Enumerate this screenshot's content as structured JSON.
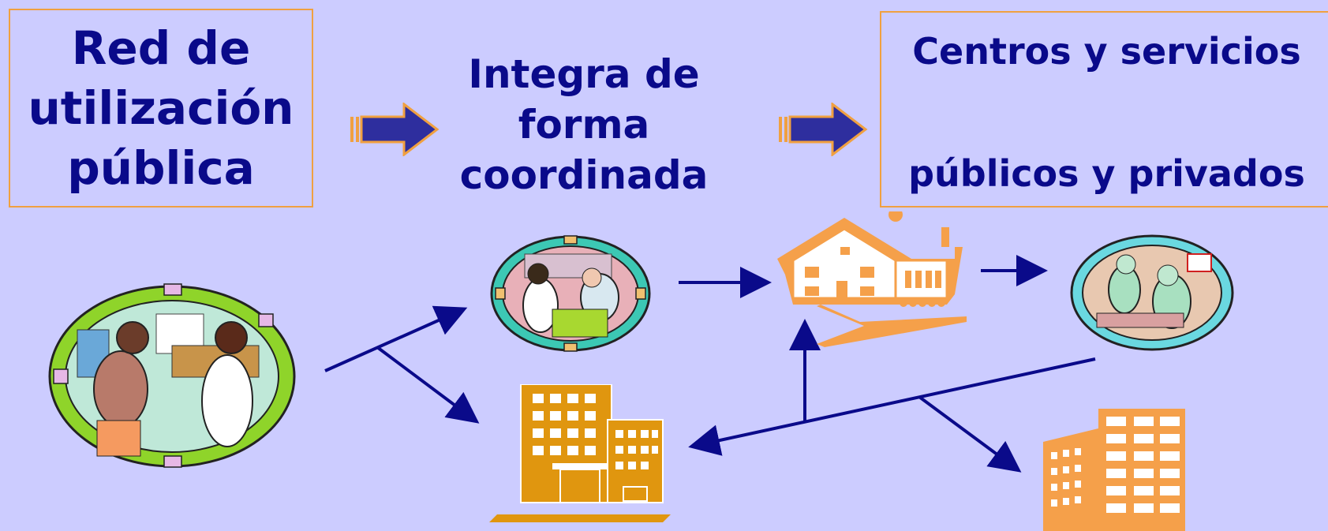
{
  "left_box": {
    "lines": [
      "Red de",
      "utilización",
      "pública"
    ]
  },
  "middle_text": {
    "lines": [
      "Integra de",
      "forma",
      "coordinada"
    ]
  },
  "right_box": {
    "line1": "Centros y servicios",
    "line2": "públicos y privados"
  },
  "colors": {
    "background": "#ccccff",
    "text": "#0a0a8a",
    "box_border": "#f0a040",
    "arrow": "#0a0a8a",
    "building_orange": "#f5a04a",
    "hospital_gold": "#e0960f"
  },
  "icons": [
    "block-arrow-icon",
    "patient-doctor-illustration",
    "clinic-exam-illustration",
    "hospital-icon",
    "house-icon",
    "surgery-illustration",
    "apartment-building-icon"
  ]
}
